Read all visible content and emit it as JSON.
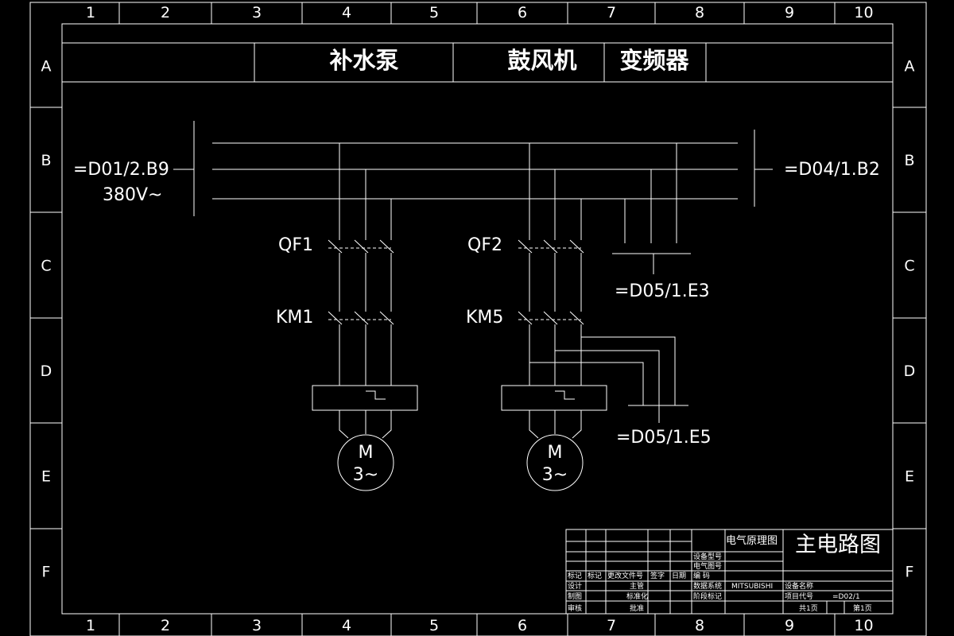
{
  "frame": {
    "columns": [
      "1",
      "2",
      "3",
      "4",
      "5",
      "6",
      "7",
      "8",
      "9",
      "10"
    ],
    "rows": [
      "A",
      "B",
      "C",
      "D",
      "E",
      "F"
    ]
  },
  "header": {
    "pump": "补水泵",
    "fan": "鼓风机",
    "inverter": "变频器"
  },
  "supply": {
    "ref_in": "=D01/2.B9",
    "voltage": "380V~",
    "ref_out": "=D04/1.B2"
  },
  "labels": {
    "qf1": "QF1",
    "qf2": "QF2",
    "km1": "KM1",
    "km5": "KM5",
    "ref_e3": "=D05/1.E3",
    "ref_e5": "=D05/1.E5"
  },
  "motors": [
    {
      "line1": "M",
      "line2": "3~"
    },
    {
      "line1": "M",
      "line2": "3~"
    }
  ],
  "title_block": {
    "type_label": "电气原理图",
    "title": "主电路图",
    "equip_type": "设备型号",
    "drawing_no": "电气图号",
    "code": "编    码",
    "system": "数据系统",
    "system_value": "MITSUBISHI",
    "equip_name": "设备名称",
    "stage": "阶段标记",
    "project_code": "项目代号",
    "project_value": "=D02/1",
    "total_pages": "共1页",
    "page": "第1页",
    "rev_headers": [
      "标记",
      "标记",
      "更改文件号",
      "签字",
      "日期"
    ],
    "design": "设计",
    "supervisor": "主管",
    "drawn": "制图",
    "standard": "标准化",
    "review": "审核",
    "approve": "批准"
  }
}
